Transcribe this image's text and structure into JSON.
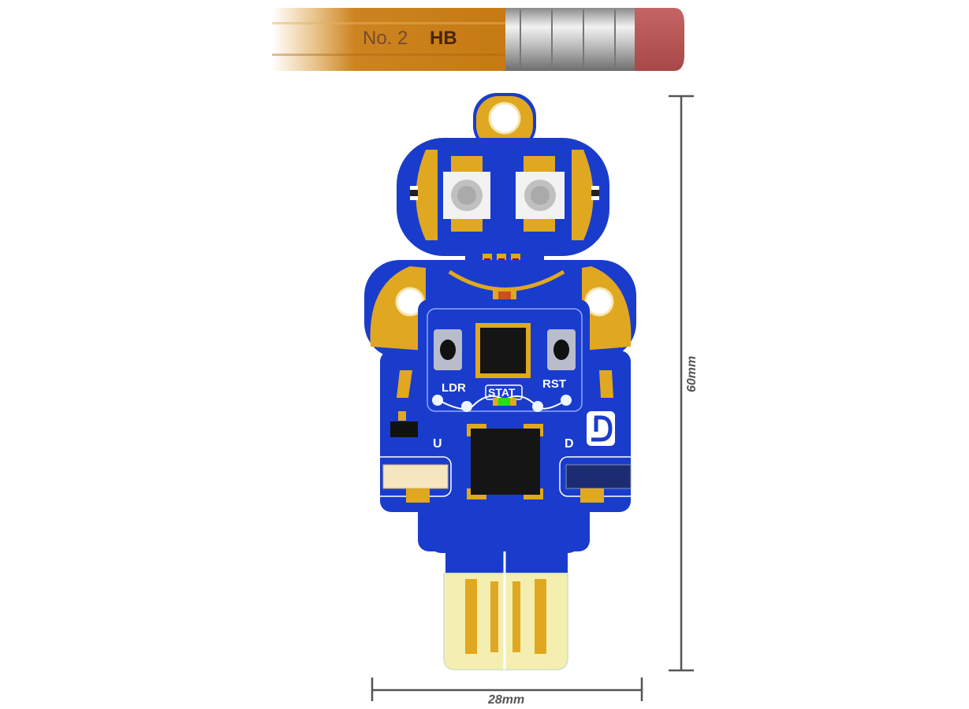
{
  "pencil": {
    "text_no": "No. 2",
    "text_grade": "HB"
  },
  "board": {
    "labels": {
      "ldr": "LDR",
      "rst": "RST",
      "stat": "STAT",
      "u": "U",
      "d": "D"
    },
    "colors": {
      "pcb": "#1a3ccc",
      "gold": "#e0a820",
      "silk": "#ffffff",
      "chip": "#111111",
      "fingers": "#f4efb0"
    }
  },
  "dimensions": {
    "height": "60mm",
    "width": "28mm"
  }
}
